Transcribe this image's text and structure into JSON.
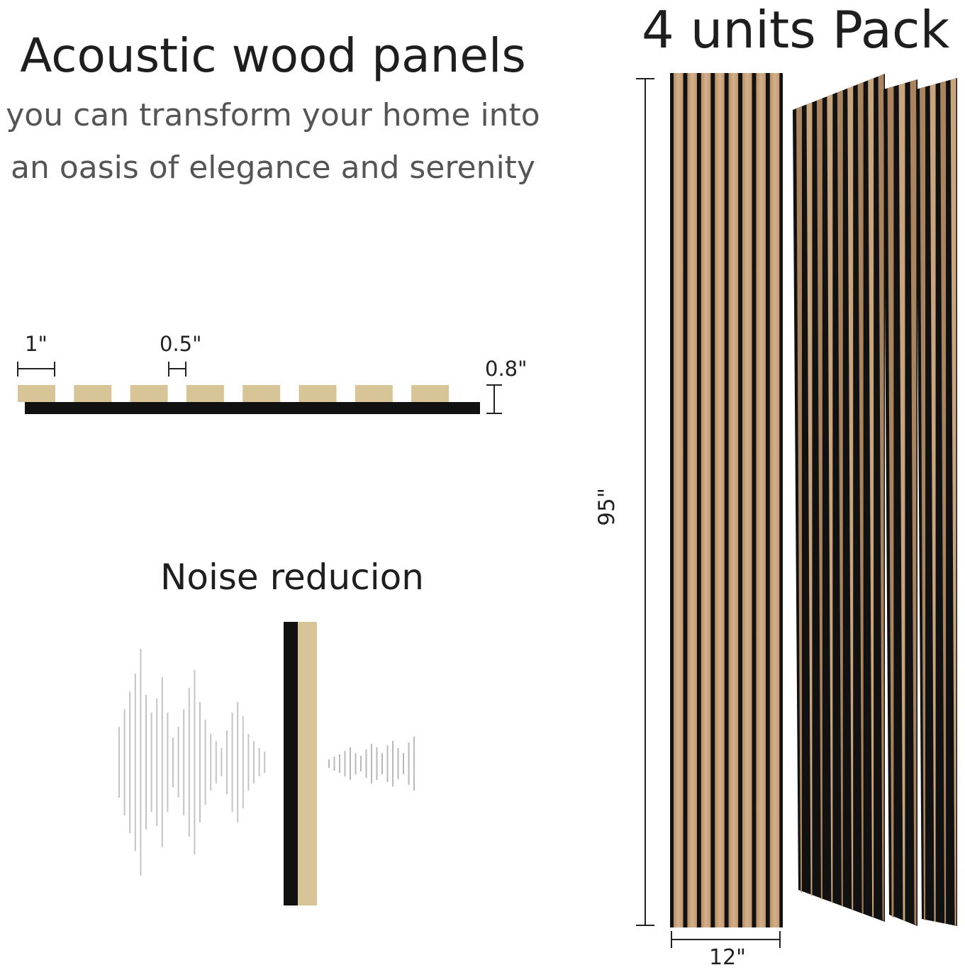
{
  "heading": {
    "title": "Acoustic wood panels",
    "subtitle_line1": "you can transform your home into",
    "subtitle_line2": "an oasis of elegance and serenity",
    "pack": "4 units Pack"
  },
  "profile": {
    "slat_width": "1\"",
    "gap_width": "0.5\"",
    "thickness": "0.8\"",
    "slat_count": 8
  },
  "noise": {
    "title": "Noise reducion"
  },
  "panels": {
    "height_label": "95\"",
    "width_label": "12\"",
    "count": 4
  },
  "colors": {
    "slat": "#d8c597",
    "backing": "#111111",
    "wood": "#c9a57e",
    "wood_dark": "#a9845f",
    "wave": "#c4c4c4"
  }
}
